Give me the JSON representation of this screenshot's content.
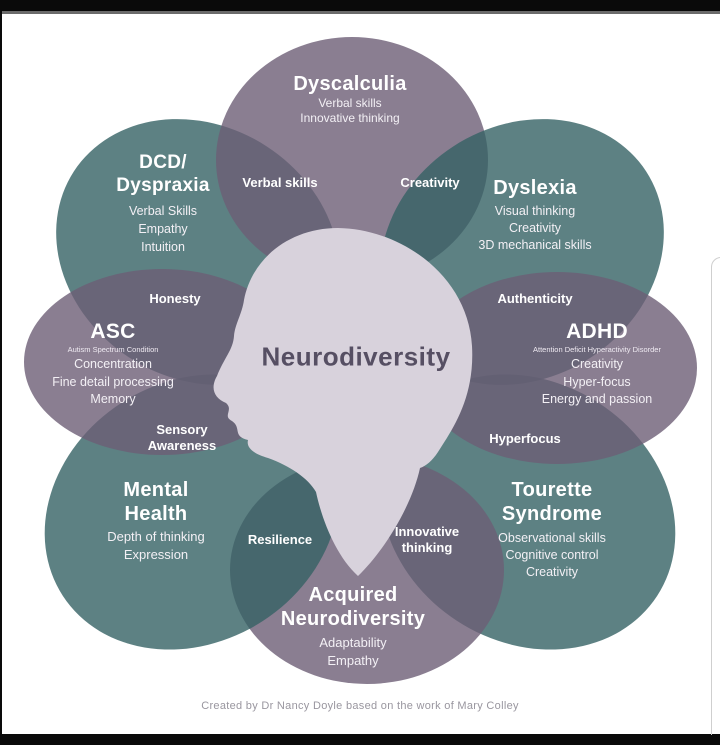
{
  "center": {
    "title": "Neurodiversity"
  },
  "caption": "Created by Dr Nancy Doyle based on the work of Mary Colley",
  "petals": [
    {
      "id": "dyscalculia",
      "color": "purple",
      "title_lines": [
        "Dyscalculia"
      ],
      "traits": [
        "Verbal skills",
        "Innovative thinking"
      ]
    },
    {
      "id": "dcd-dyspraxia",
      "color": "teal",
      "title_lines": [
        "DCD/",
        "Dyspraxia"
      ],
      "traits": [
        "Verbal Skills",
        "Empathy",
        "Intuition"
      ]
    },
    {
      "id": "dyslexia",
      "color": "teal",
      "title_lines": [
        "Dyslexia"
      ],
      "traits": [
        "Visual thinking",
        "Creativity",
        "3D mechanical skills"
      ]
    },
    {
      "id": "asc",
      "color": "purple",
      "title_lines": [
        "ASC"
      ],
      "subtitle": "Autism Spectrum Condition",
      "traits": [
        "Concentration",
        "Fine detail processing",
        "Memory"
      ]
    },
    {
      "id": "adhd",
      "color": "purple",
      "title_lines": [
        "ADHD"
      ],
      "subtitle": "Attention Deficit Hyperactivity Disorder",
      "traits": [
        "Creativity",
        "Hyper-focus",
        "Energy and passion"
      ]
    },
    {
      "id": "mental-health",
      "color": "teal",
      "title_lines": [
        "Mental",
        "Health"
      ],
      "traits": [
        "Depth of thinking",
        "Expression"
      ]
    },
    {
      "id": "tourette-syndrome",
      "color": "teal",
      "title_lines": [
        "Tourette",
        "Syndrome"
      ],
      "traits": [
        "Observational skills",
        "Cognitive control",
        "Creativity"
      ]
    },
    {
      "id": "acquired-neurodiversity",
      "color": "purple",
      "title_lines": [
        "Acquired",
        "Neurodiversity"
      ],
      "traits": [
        "Adaptability",
        "Empathy"
      ]
    }
  ],
  "overlaps": [
    {
      "id": "verbal-skills",
      "label": "Verbal skills"
    },
    {
      "id": "creativity",
      "label": "Creativity"
    },
    {
      "id": "honesty",
      "label": "Honesty"
    },
    {
      "id": "authenticity",
      "label": "Authenticity"
    },
    {
      "id": "sensory-awareness",
      "label": "Sensory Awareness"
    },
    {
      "id": "hyperfocus",
      "label": "Hyperfocus"
    },
    {
      "id": "resilience",
      "label": "Resilience"
    },
    {
      "id": "innovative-thinking",
      "label": "Innovative thinking"
    }
  ],
  "colors": {
    "petal_purple": "#8a7e91",
    "petal_teal": "#5d8183",
    "overlap_purple": "#6a6579",
    "overlap_teal": "#45676d",
    "head": "#d8d2dc",
    "center_text": "#564f63",
    "label_text": "#ffffff",
    "caption_text": "#99969f"
  }
}
